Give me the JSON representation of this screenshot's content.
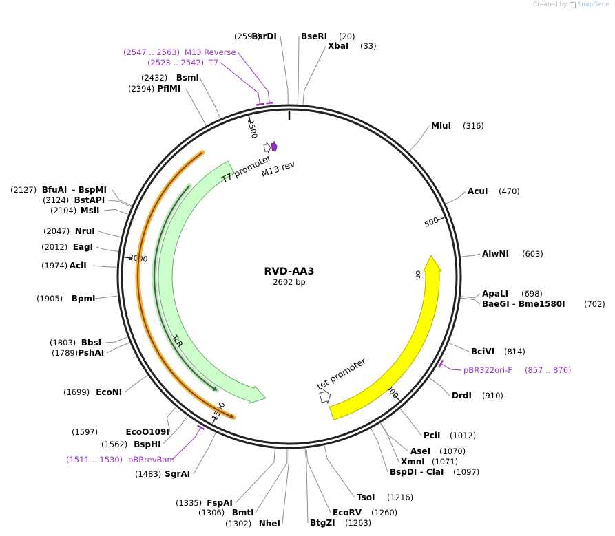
{
  "credit": {
    "text": "Created by",
    "brand": "SnapGene"
  },
  "plasmid": {
    "name": "RVD-AA3",
    "length": 2602,
    "length_label": "2602 bp"
  },
  "ruler_ticks": [
    {
      "pos": 500,
      "label": "500"
    },
    {
      "pos": 1000,
      "label": "1000"
    },
    {
      "pos": 1500,
      "label": "1500"
    },
    {
      "pos": 2000,
      "label": "2000"
    },
    {
      "pos": 2500,
      "label": "2500"
    }
  ],
  "features": [
    {
      "name": "ori",
      "label": "ori",
      "start": 589,
      "end": 1177,
      "direction": "reverse",
      "color": "#ffff00",
      "stroke": "#b8a800",
      "ring": "outer"
    },
    {
      "name": "TcR",
      "label": "TcR",
      "start": 1380,
      "end": 2400,
      "direction": "reverse",
      "color": "#ccffcc",
      "stroke": "#6aaa6a",
      "ring": "inner"
    },
    {
      "name": "tet promoter",
      "label": "tet promoter",
      "start": 1162,
      "end": 1196,
      "direction": "reverse",
      "color": "#ffffff",
      "stroke": "#444444",
      "ring": "inner"
    },
    {
      "name": "T7 promoter",
      "label": "T7 promoter",
      "start": 2523,
      "end": 2542,
      "direction": "forward",
      "color": "#ffffff",
      "stroke": "#444444",
      "ring": "inner"
    },
    {
      "name": "M13 rev",
      "label": "M13 rev",
      "start": 2547,
      "end": 2563,
      "direction": "forward",
      "color": "#9933cc",
      "stroke": "#6a1f90",
      "ring": "inner"
    }
  ],
  "orfs": [
    {
      "start": 1457,
      "end": 2349,
      "direction": "reverse",
      "glow": "#f5a623",
      "line": "#7a4a00"
    },
    {
      "start": 1536,
      "end": 2258,
      "direction": "reverse",
      "glow": "#b8e0b8",
      "line": "#2c6a2c"
    },
    {
      "start": 2530,
      "end": 2570,
      "direction": "forward",
      "glow": "#f5a623",
      "line": "#7a4a00"
    }
  ],
  "green_arcs": [
    {
      "start": 713,
      "end": 1103,
      "direction": "reverse",
      "glow": "#b8e0b8",
      "line": "#2c6a2c"
    }
  ],
  "primers": [
    {
      "label": "M13 Reverse",
      "range": "(2547 .. 2563)",
      "start": 2547,
      "end": 2563
    },
    {
      "label": "T7",
      "range": "(2523 .. 2542)",
      "start": 2523,
      "end": 2542
    },
    {
      "label": "pBR322ori-F",
      "range": "(857 .. 876)",
      "start": 857,
      "end": 876
    },
    {
      "label": "pBRrevBam",
      "range": "(1511 .. 1530)",
      "start": 1511,
      "end": 1530
    }
  ],
  "sites": [
    {
      "name": "BsrDI",
      "pos": "(2599)",
      "side": "left"
    },
    {
      "name": "BseRI",
      "pos": "(20)",
      "side": "right"
    },
    {
      "name": "XbaI",
      "pos": "(33)",
      "side": "right"
    },
    {
      "name": "MluI",
      "pos": "(316)",
      "side": "right"
    },
    {
      "name": "AcuI",
      "pos": "(470)",
      "side": "right"
    },
    {
      "name": "AlwNI",
      "pos": "(603)",
      "side": "right"
    },
    {
      "name": "ApaLI",
      "pos": "(698)",
      "side": "right"
    },
    {
      "name": "BaeGI",
      "name2": "Bme1580I",
      "pos": "(702)",
      "side": "right"
    },
    {
      "name": "BciVI",
      "pos": "(814)",
      "side": "right"
    },
    {
      "name": "DrdI",
      "pos": "(910)",
      "side": "right"
    },
    {
      "name": "PciI",
      "pos": "(1012)",
      "side": "right"
    },
    {
      "name": "AseI",
      "pos": "(1070)",
      "side": "right"
    },
    {
      "name": "XmnI",
      "pos": "(1071)",
      "side": "right"
    },
    {
      "name": "BspDI",
      "name2": "ClaI",
      "pos": "(1097)",
      "side": "right"
    },
    {
      "name": "TsoI",
      "pos": "(1216)",
      "side": "right"
    },
    {
      "name": "EcoRV",
      "pos": "(1260)",
      "side": "right"
    },
    {
      "name": "BtgZI",
      "pos": "(1263)",
      "side": "right"
    },
    {
      "name": "NheI",
      "pos": "(1302)",
      "side": "left"
    },
    {
      "name": "BmtI",
      "pos": "(1306)",
      "side": "left"
    },
    {
      "name": "FspAI",
      "pos": "(1335)",
      "side": "left"
    },
    {
      "name": "SgrAI",
      "pos": "(1483)",
      "side": "left"
    },
    {
      "name": "BspHI",
      "pos": "(1562)",
      "side": "left"
    },
    {
      "name": "EcoO109I",
      "pos": "(1597)",
      "side": "left"
    },
    {
      "name": "EcoNI",
      "pos": "(1699)",
      "side": "left"
    },
    {
      "name": "PshAI",
      "pos": "(1789)",
      "side": "left"
    },
    {
      "name": "BbsI",
      "pos": "(1803)",
      "side": "left"
    },
    {
      "name": "BpmI",
      "pos": "(1905)",
      "side": "left"
    },
    {
      "name": "AclI",
      "pos": "(1974)",
      "side": "left"
    },
    {
      "name": "EagI",
      "pos": "(2012)",
      "side": "left"
    },
    {
      "name": "NruI",
      "pos": "(2047)",
      "side": "left"
    },
    {
      "name": "MslI",
      "pos": "(2104)",
      "side": "left"
    },
    {
      "name": "BstAPI",
      "pos": "(2124)",
      "side": "left"
    },
    {
      "name": "BfuAI",
      "name2": "BspMI",
      "pos": "(2127)",
      "side": "left"
    },
    {
      "name": "PflMI",
      "pos": "(2394)",
      "side": "left"
    },
    {
      "name": "BsmI",
      "pos": "(2432)",
      "side": "left"
    }
  ]
}
